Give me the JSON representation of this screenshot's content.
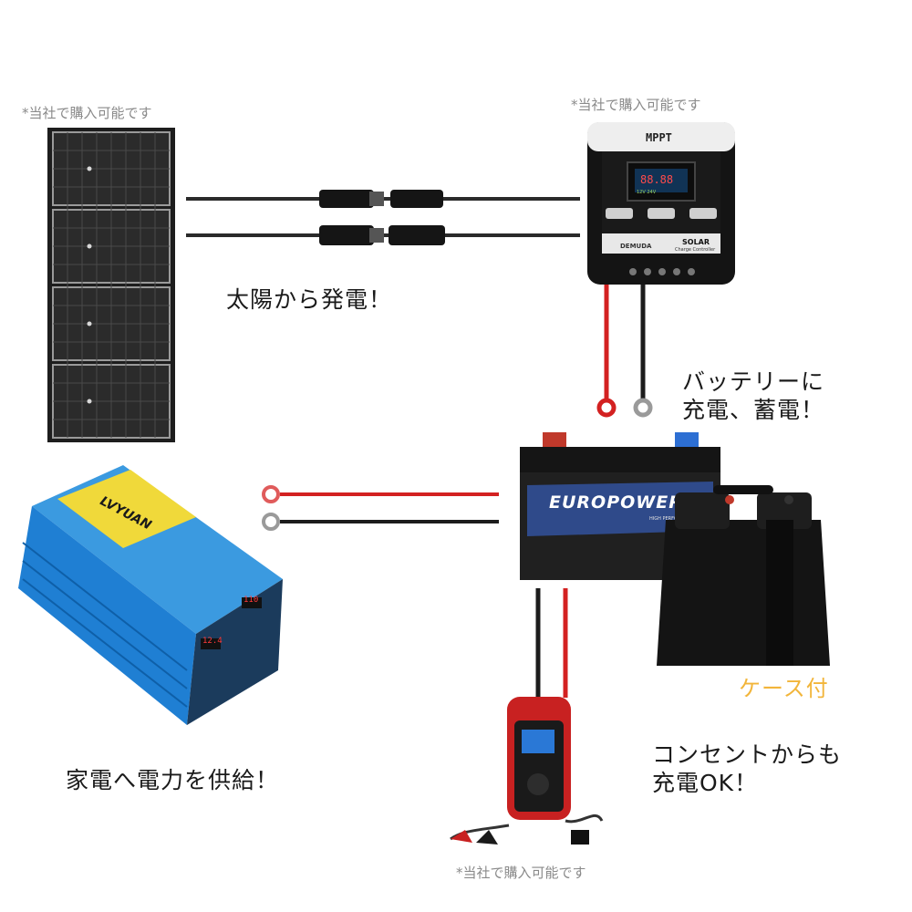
{
  "notes": {
    "panel": "*当社で購入可能です",
    "controller": "*当社で購入可能です",
    "charger": "*当社で購入可能です"
  },
  "controller": {
    "title": "MPPT",
    "brand": "DEMUDA",
    "solar": "SOLAR",
    "subtitle": "Charge Controller",
    "display": "88.88",
    "display_small": "12V 24V"
  },
  "battery": {
    "brand": "EUROPOWER",
    "tagline": "HIGH PERFORMANCE BATTERY"
  },
  "inverter": {
    "brand": "LVYUAN",
    "display_left": "12.4",
    "display_right": "110"
  },
  "captions": {
    "solar": "太陽から発電！",
    "battery_line1": "バッテリーに",
    "battery_line2": "充電、蓄電！",
    "case": "ケース付",
    "outlet_line1": "コンセントからも",
    "outlet_line2": "充電OK！",
    "appliances": "家電へ電力を供給！"
  },
  "colors": {
    "cable_red": "#d32121",
    "cable_black": "#1c1c1c",
    "inverter_blue": "#1f7fd3",
    "case_label": "#f2b53a"
  }
}
